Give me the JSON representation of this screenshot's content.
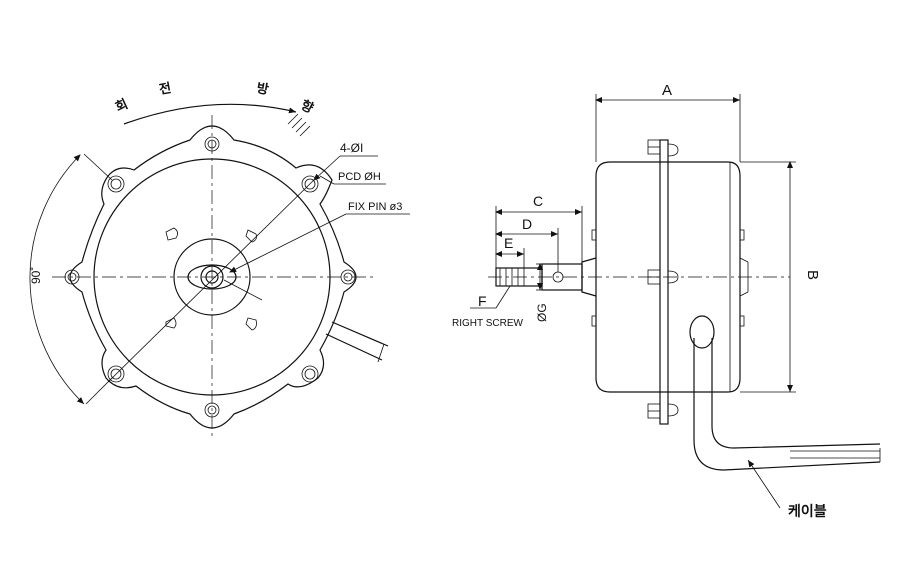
{
  "front_view": {
    "rotation_label": [
      "회",
      "전",
      "방",
      "향"
    ],
    "angle_label": "90˚",
    "hole_label": "4-ØI",
    "pcd_label": "PCD ØH",
    "fix_pin_label": "FIX PIN ø3"
  },
  "side_view": {
    "dim_a": "A",
    "dim_b": "B",
    "dim_c": "C",
    "dim_d": "D",
    "dim_e": "E",
    "dim_f": "F",
    "dim_g": "ØG",
    "right_screw_label": "RIGHT SCREW",
    "cable_label": "케이블"
  }
}
